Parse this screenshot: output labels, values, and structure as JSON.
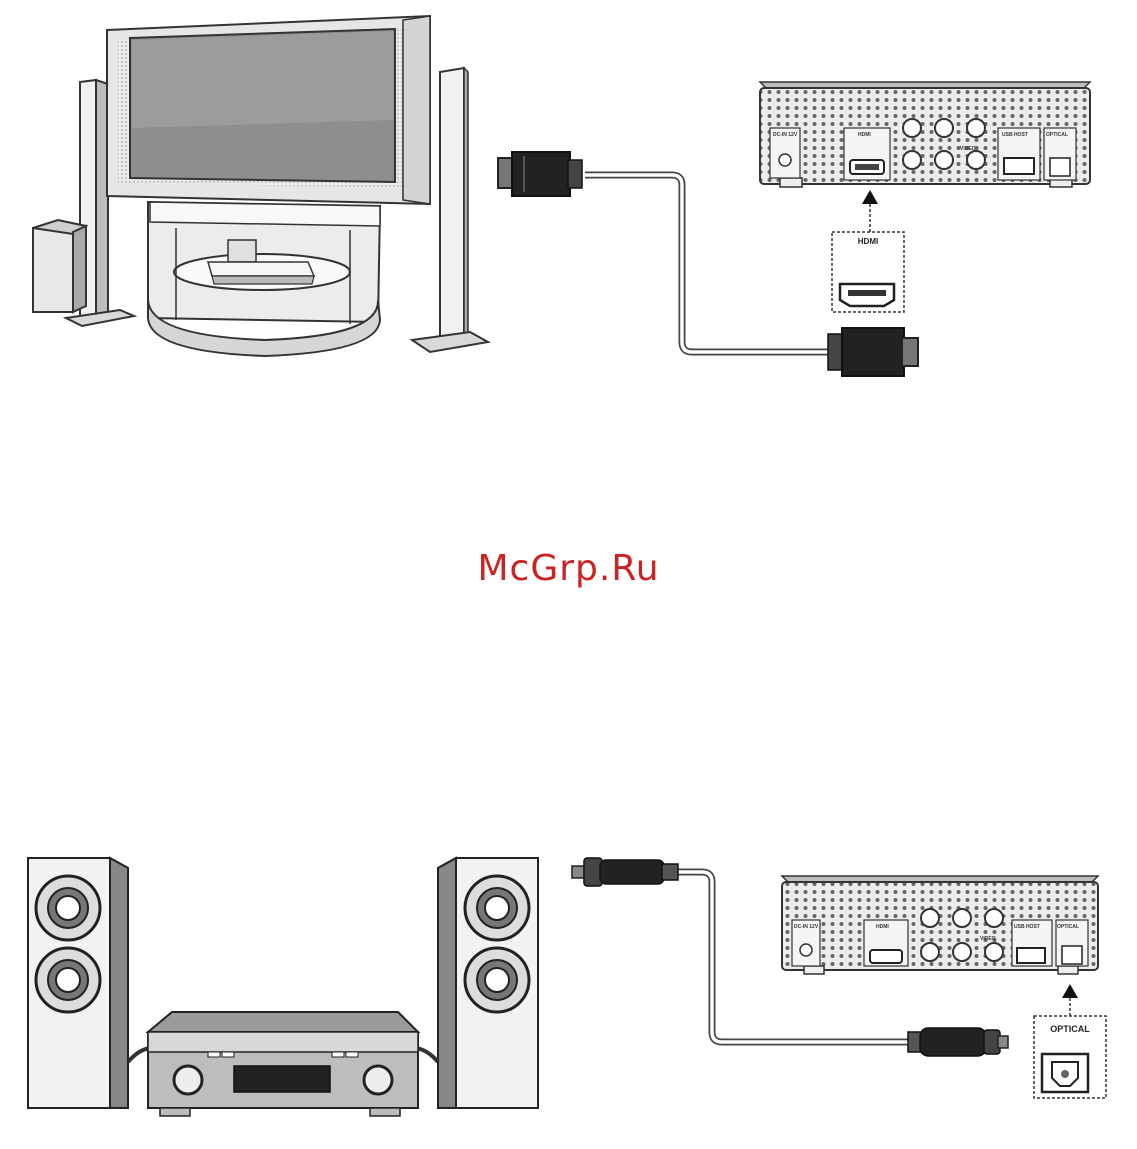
{
  "watermark": {
    "text": "McGrp.Ru",
    "color": "#cc2222"
  },
  "hdmi_diagram": {
    "callout_label": "HDMI",
    "player_port_labels": [
      "DC-IN 12V",
      "HDMI",
      "USB HOST",
      "OPTICAL",
      "VIDEO"
    ]
  },
  "optical_diagram": {
    "callout_label": "OPTICAL",
    "player_port_labels": [
      "DC-IN 12V",
      "HDMI",
      "USB HOST",
      "OPTICAL",
      "VIDEO"
    ]
  },
  "icons": [
    "tv-stand-illustration",
    "speaker-illustration",
    "hdmi-cable-icon",
    "optical-cable-icon",
    "media-player-illustration",
    "amplifier-illustration",
    "arrow-up-icon"
  ]
}
